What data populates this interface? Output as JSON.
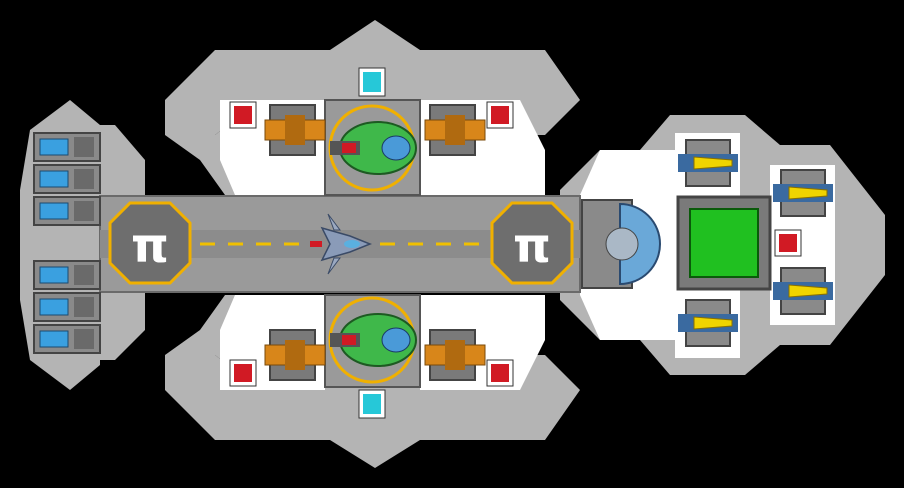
{
  "screen": {
    "type": "ship-blueprint-view"
  },
  "hangar": {
    "pad_left_label": "π",
    "pad_right_label": "π",
    "runway": "dashed-yellow"
  },
  "colors": {
    "hull": "#b4b4b4",
    "hull_interior": "#ffffff",
    "deck": "#9a9a9a",
    "pad_ring": "#f0b000",
    "pad_fill": "#6e6e6e",
    "green_core": "#20c020",
    "fighter_green": "#3fb84a",
    "turret_orange": "#d8861a",
    "button_red": "#d11a24",
    "button_cyan": "#26c8d8",
    "thruster_blue": "#3aa0e0",
    "missile_yellow": "#f0d400"
  },
  "icons": {
    "thrusters": [
      "thruster-icon",
      "thruster-icon",
      "thruster-icon",
      "thruster-icon",
      "thruster-icon",
      "thruster-icon"
    ],
    "turrets": [
      "turret-icon",
      "turret-icon",
      "turret-icon",
      "turret-icon"
    ],
    "fighters": [
      "fighter-bay-icon",
      "fighter-bay-icon"
    ],
    "missile_pods": [
      "missile-pod-icon",
      "missile-pod-icon",
      "missile-pod-icon",
      "missile-pod-icon"
    ],
    "buttons": [
      "red-hardpoint-icon",
      "cyan-hardpoint-icon"
    ]
  }
}
